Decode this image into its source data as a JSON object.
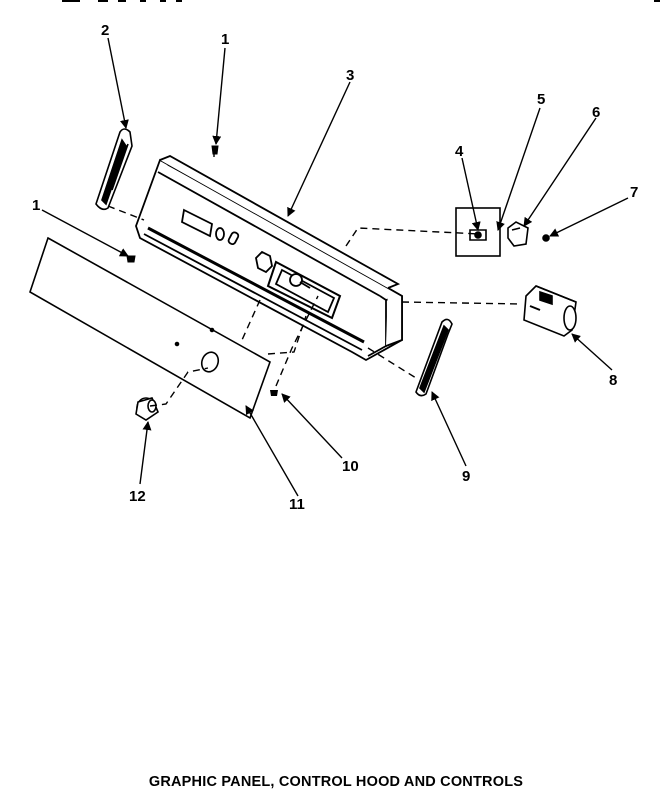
{
  "diagram": {
    "caption": "GRAPHIC PANEL, CONTROL HOOD AND CONTROLS",
    "callouts": [
      {
        "id": "c1a",
        "label": "1"
      },
      {
        "id": "c1b",
        "label": "1"
      },
      {
        "id": "c2",
        "label": "2"
      },
      {
        "id": "c3",
        "label": "3"
      },
      {
        "id": "c4",
        "label": "4"
      },
      {
        "id": "c5",
        "label": "5"
      },
      {
        "id": "c6",
        "label": "6"
      },
      {
        "id": "c7",
        "label": "7"
      },
      {
        "id": "c8",
        "label": "8"
      },
      {
        "id": "c9",
        "label": "9"
      },
      {
        "id": "c10",
        "label": "10"
      },
      {
        "id": "c11",
        "label": "11"
      },
      {
        "id": "c12",
        "label": "12"
      }
    ]
  }
}
